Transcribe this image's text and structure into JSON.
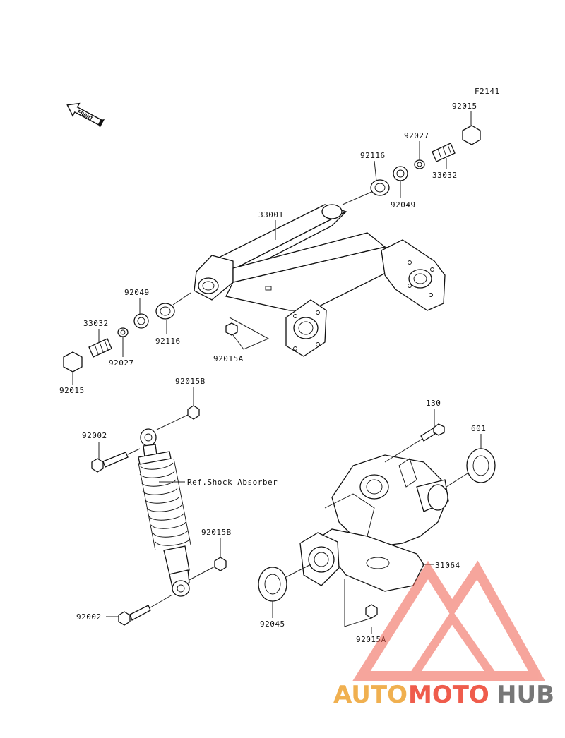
{
  "diagram": {
    "figure_code": "F2141",
    "front_label": "FRONT",
    "callouts": [
      {
        "id": "c-92015-top",
        "text": "92015"
      },
      {
        "id": "c-92027-top",
        "text": "92027"
      },
      {
        "id": "c-33032-top",
        "text": "33032"
      },
      {
        "id": "c-92116-top",
        "text": "92116"
      },
      {
        "id": "c-92049-top",
        "text": "92049"
      },
      {
        "id": "c-33001",
        "text": "33001"
      },
      {
        "id": "c-92049-left",
        "text": "92049"
      },
      {
        "id": "c-33032-left",
        "text": "33032"
      },
      {
        "id": "c-92116-left",
        "text": "92116"
      },
      {
        "id": "c-92027-left",
        "text": "92027"
      },
      {
        "id": "c-92015A-top",
        "text": "92015A"
      },
      {
        "id": "c-92015-left",
        "text": "92015"
      },
      {
        "id": "c-92015B-top",
        "text": "92015B"
      },
      {
        "id": "c-92002-top",
        "text": "92002"
      },
      {
        "id": "c-ref-shock",
        "text": "Ref.Shock Absorber"
      },
      {
        "id": "c-92015B-bot",
        "text": "92015B"
      },
      {
        "id": "c-92002-bot",
        "text": "92002"
      },
      {
        "id": "c-130",
        "text": "130"
      },
      {
        "id": "c-601",
        "text": "601"
      },
      {
        "id": "c-31064",
        "text": "31064"
      },
      {
        "id": "c-92045",
        "text": "92045"
      },
      {
        "id": "c-92015A-bot",
        "text": "92015A"
      }
    ]
  },
  "watermark": {
    "part1": "AUTO",
    "part2": "MOTO",
    "part3": "HUB",
    "colors": {
      "auto": "#f0b050",
      "moto": "#ef5c4c",
      "hub": "#777777",
      "triangle": "#ef5c4c"
    }
  }
}
